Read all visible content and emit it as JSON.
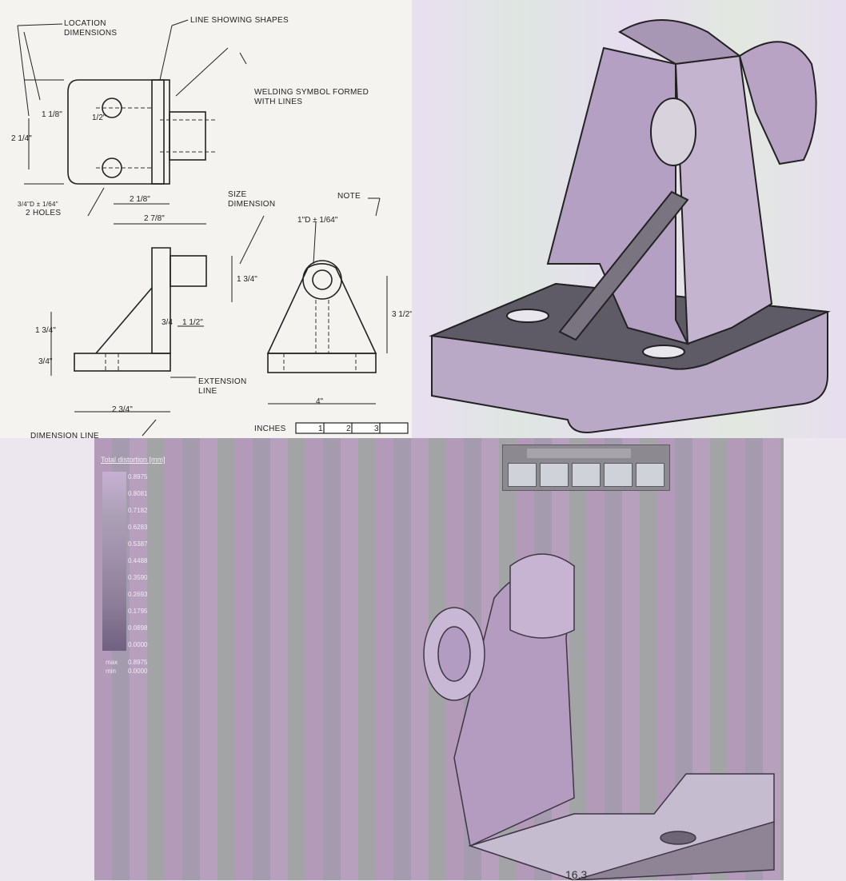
{
  "drawing": {
    "callouts": {
      "location_dimensions": "LOCATION DIMENSIONS",
      "line_showing_shapes": "LINE SHOWING SHAPES",
      "welding_symbol": "WELDING SYMBOL FORMED WITH LINES",
      "size_dimension": "SIZE DIMENSION",
      "note": "NOTE",
      "extension_line": "EXTENSION LINE",
      "dimension_line": "DIMENSION LINE",
      "holes_note": "3/4\"D ± 1/64\"",
      "holes_count": "2 HOLES"
    },
    "dims": {
      "d1": "1 1/8\"",
      "d2": "1/2\"",
      "d3": "2 1/4\"",
      "d4": "2 1/8\"",
      "d5": "2 7/8\"",
      "d6": "1 3/4\"",
      "d7": "1 3/4\"",
      "d8": "3/4",
      "d9": "1 1/2\"",
      "d10": "3/4\"",
      "d11": "2 3/4\"",
      "d12": "1\"D ± 1/64\"",
      "d13": "3 1/2\"",
      "d14": "4\""
    },
    "scale": {
      "label": "INCHES",
      "ticks": [
        "1",
        "2",
        "3"
      ]
    }
  },
  "fea": {
    "legend_title": "Total distortion [mm]",
    "legend_values": [
      "0.8975",
      "0.8081",
      "0.7182",
      "0.6283",
      "0.5387",
      "0.4488",
      "0.3590",
      "0.2693",
      "0.1795",
      "0.0898",
      "0.0000"
    ],
    "max_label": "max",
    "max_value": "0.8975",
    "min_label": "min",
    "min_value": "0.0000"
  },
  "caption": "16.3",
  "colors": {
    "iso_face": "#b8a3c4",
    "iso_dark": "#6f6a78",
    "fea_body": "#b49cc0"
  }
}
